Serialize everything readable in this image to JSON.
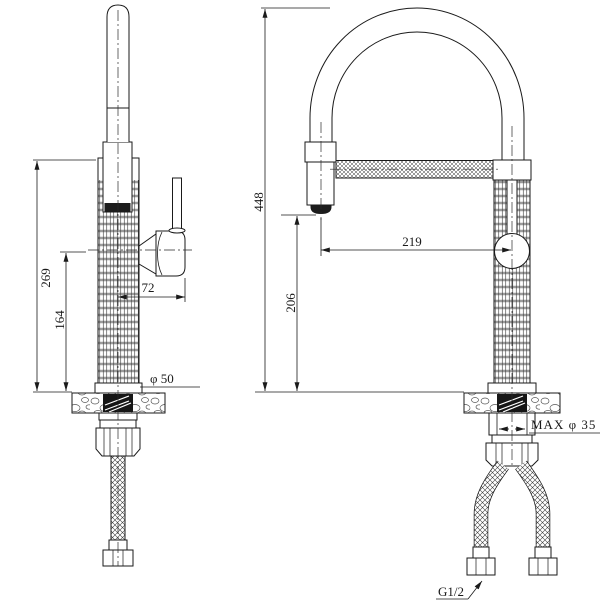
{
  "drawing": {
    "dimensions": {
      "body_height": "269",
      "base_height": "164",
      "handle_reach": "72",
      "base_diameter": "φ 50",
      "overall_height": "448",
      "spout_reach": "219",
      "spout_height": "206",
      "max_hole_diameter": "MAX φ 35",
      "connector_thread": "G1/2"
    },
    "colors": {
      "line": "#1a1a1a",
      "background": "#ffffff"
    }
  }
}
